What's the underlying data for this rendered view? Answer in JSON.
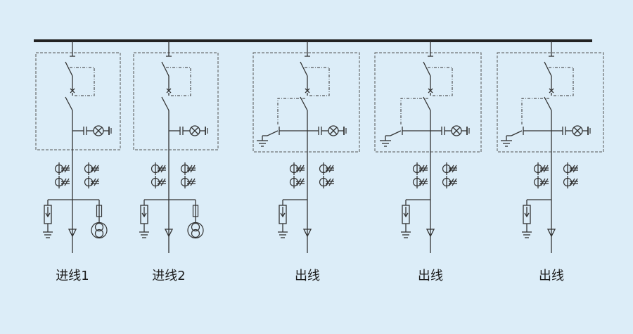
{
  "colors": {
    "background": "#dcedf8",
    "line": "#333333",
    "busbar": "#222222"
  },
  "panels": [
    {
      "label": "进线1",
      "type": "incoming"
    },
    {
      "label": "进线2",
      "type": "incoming"
    },
    {
      "label": "出线",
      "type": "outgoing"
    },
    {
      "label": "出线",
      "type": "outgoing"
    },
    {
      "label": "出线",
      "type": "outgoing"
    }
  ]
}
